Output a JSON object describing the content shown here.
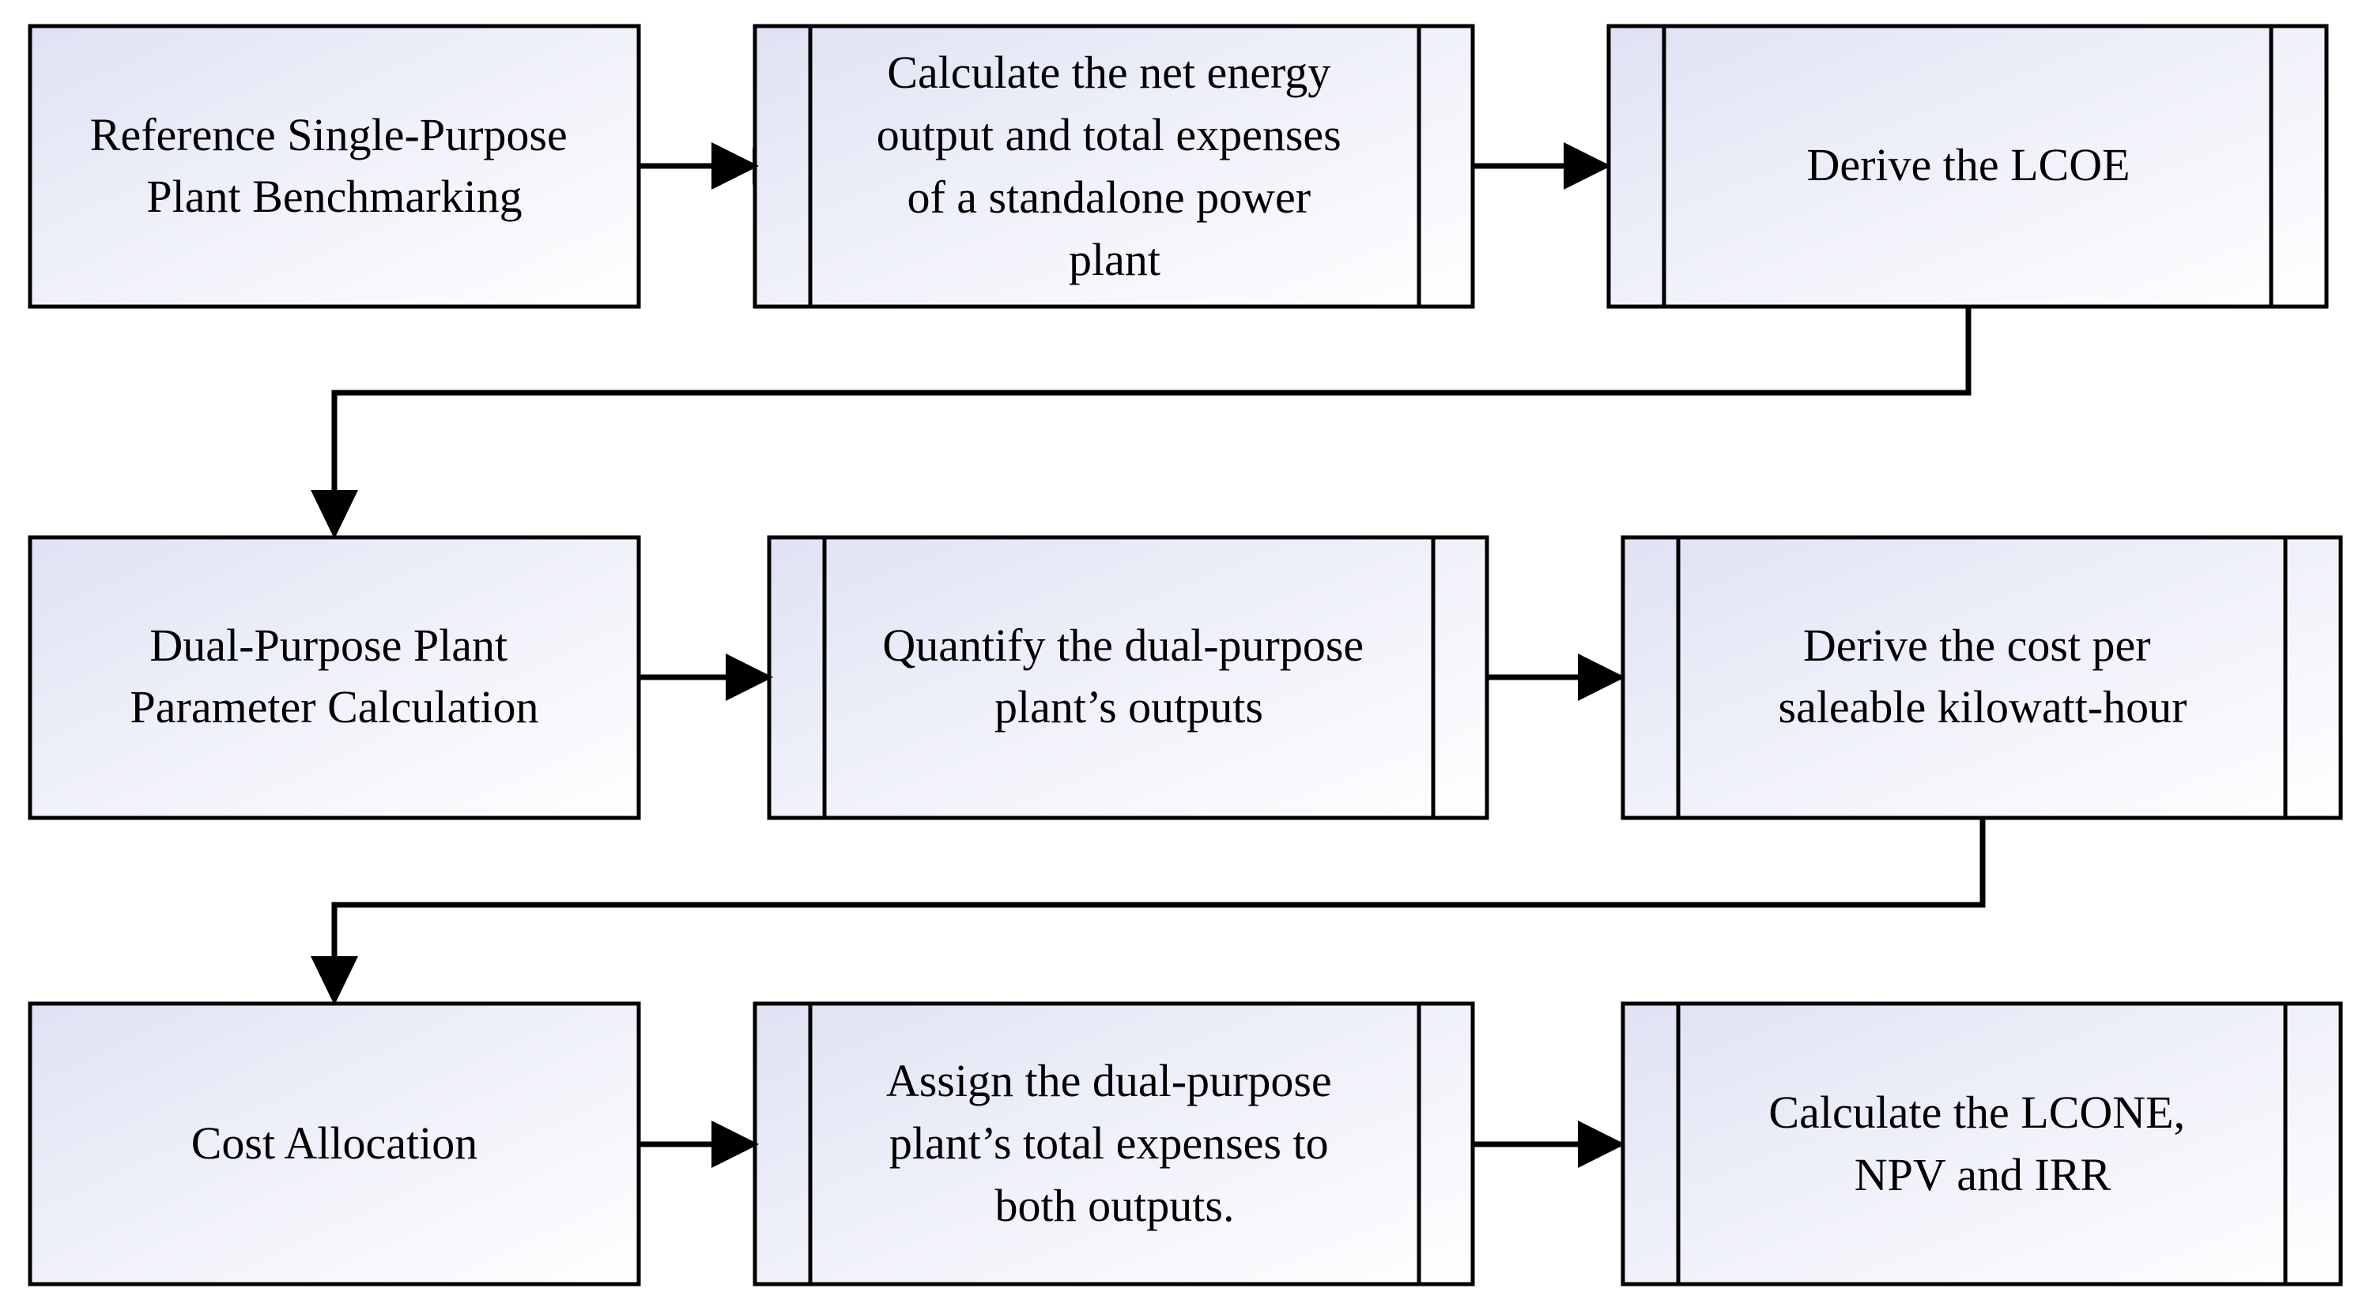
{
  "colors": {
    "stroke": "#000000",
    "box_fill_light": "#ffffff",
    "box_fill_tint": "#e6e8f6"
  },
  "rows": [
    {
      "process": "Reference Single-Purpose Plant Benchmarking",
      "step1": "Calculate the net energy output and total expenses of a standalone power plant",
      "step2": "Derive the LCOE"
    },
    {
      "process": "Dual-Purpose Plant Parameter Calculation",
      "step1": "Quantify the dual-purpose plant’s outputs",
      "step2": "Derive the cost per saleable kilowatt-hour"
    },
    {
      "process": "Cost Allocation",
      "step1": "Assign the dual-purpose plant’s total expenses to both outputs.",
      "step2": "Calculate the LCONE, NPV and IRR"
    }
  ]
}
